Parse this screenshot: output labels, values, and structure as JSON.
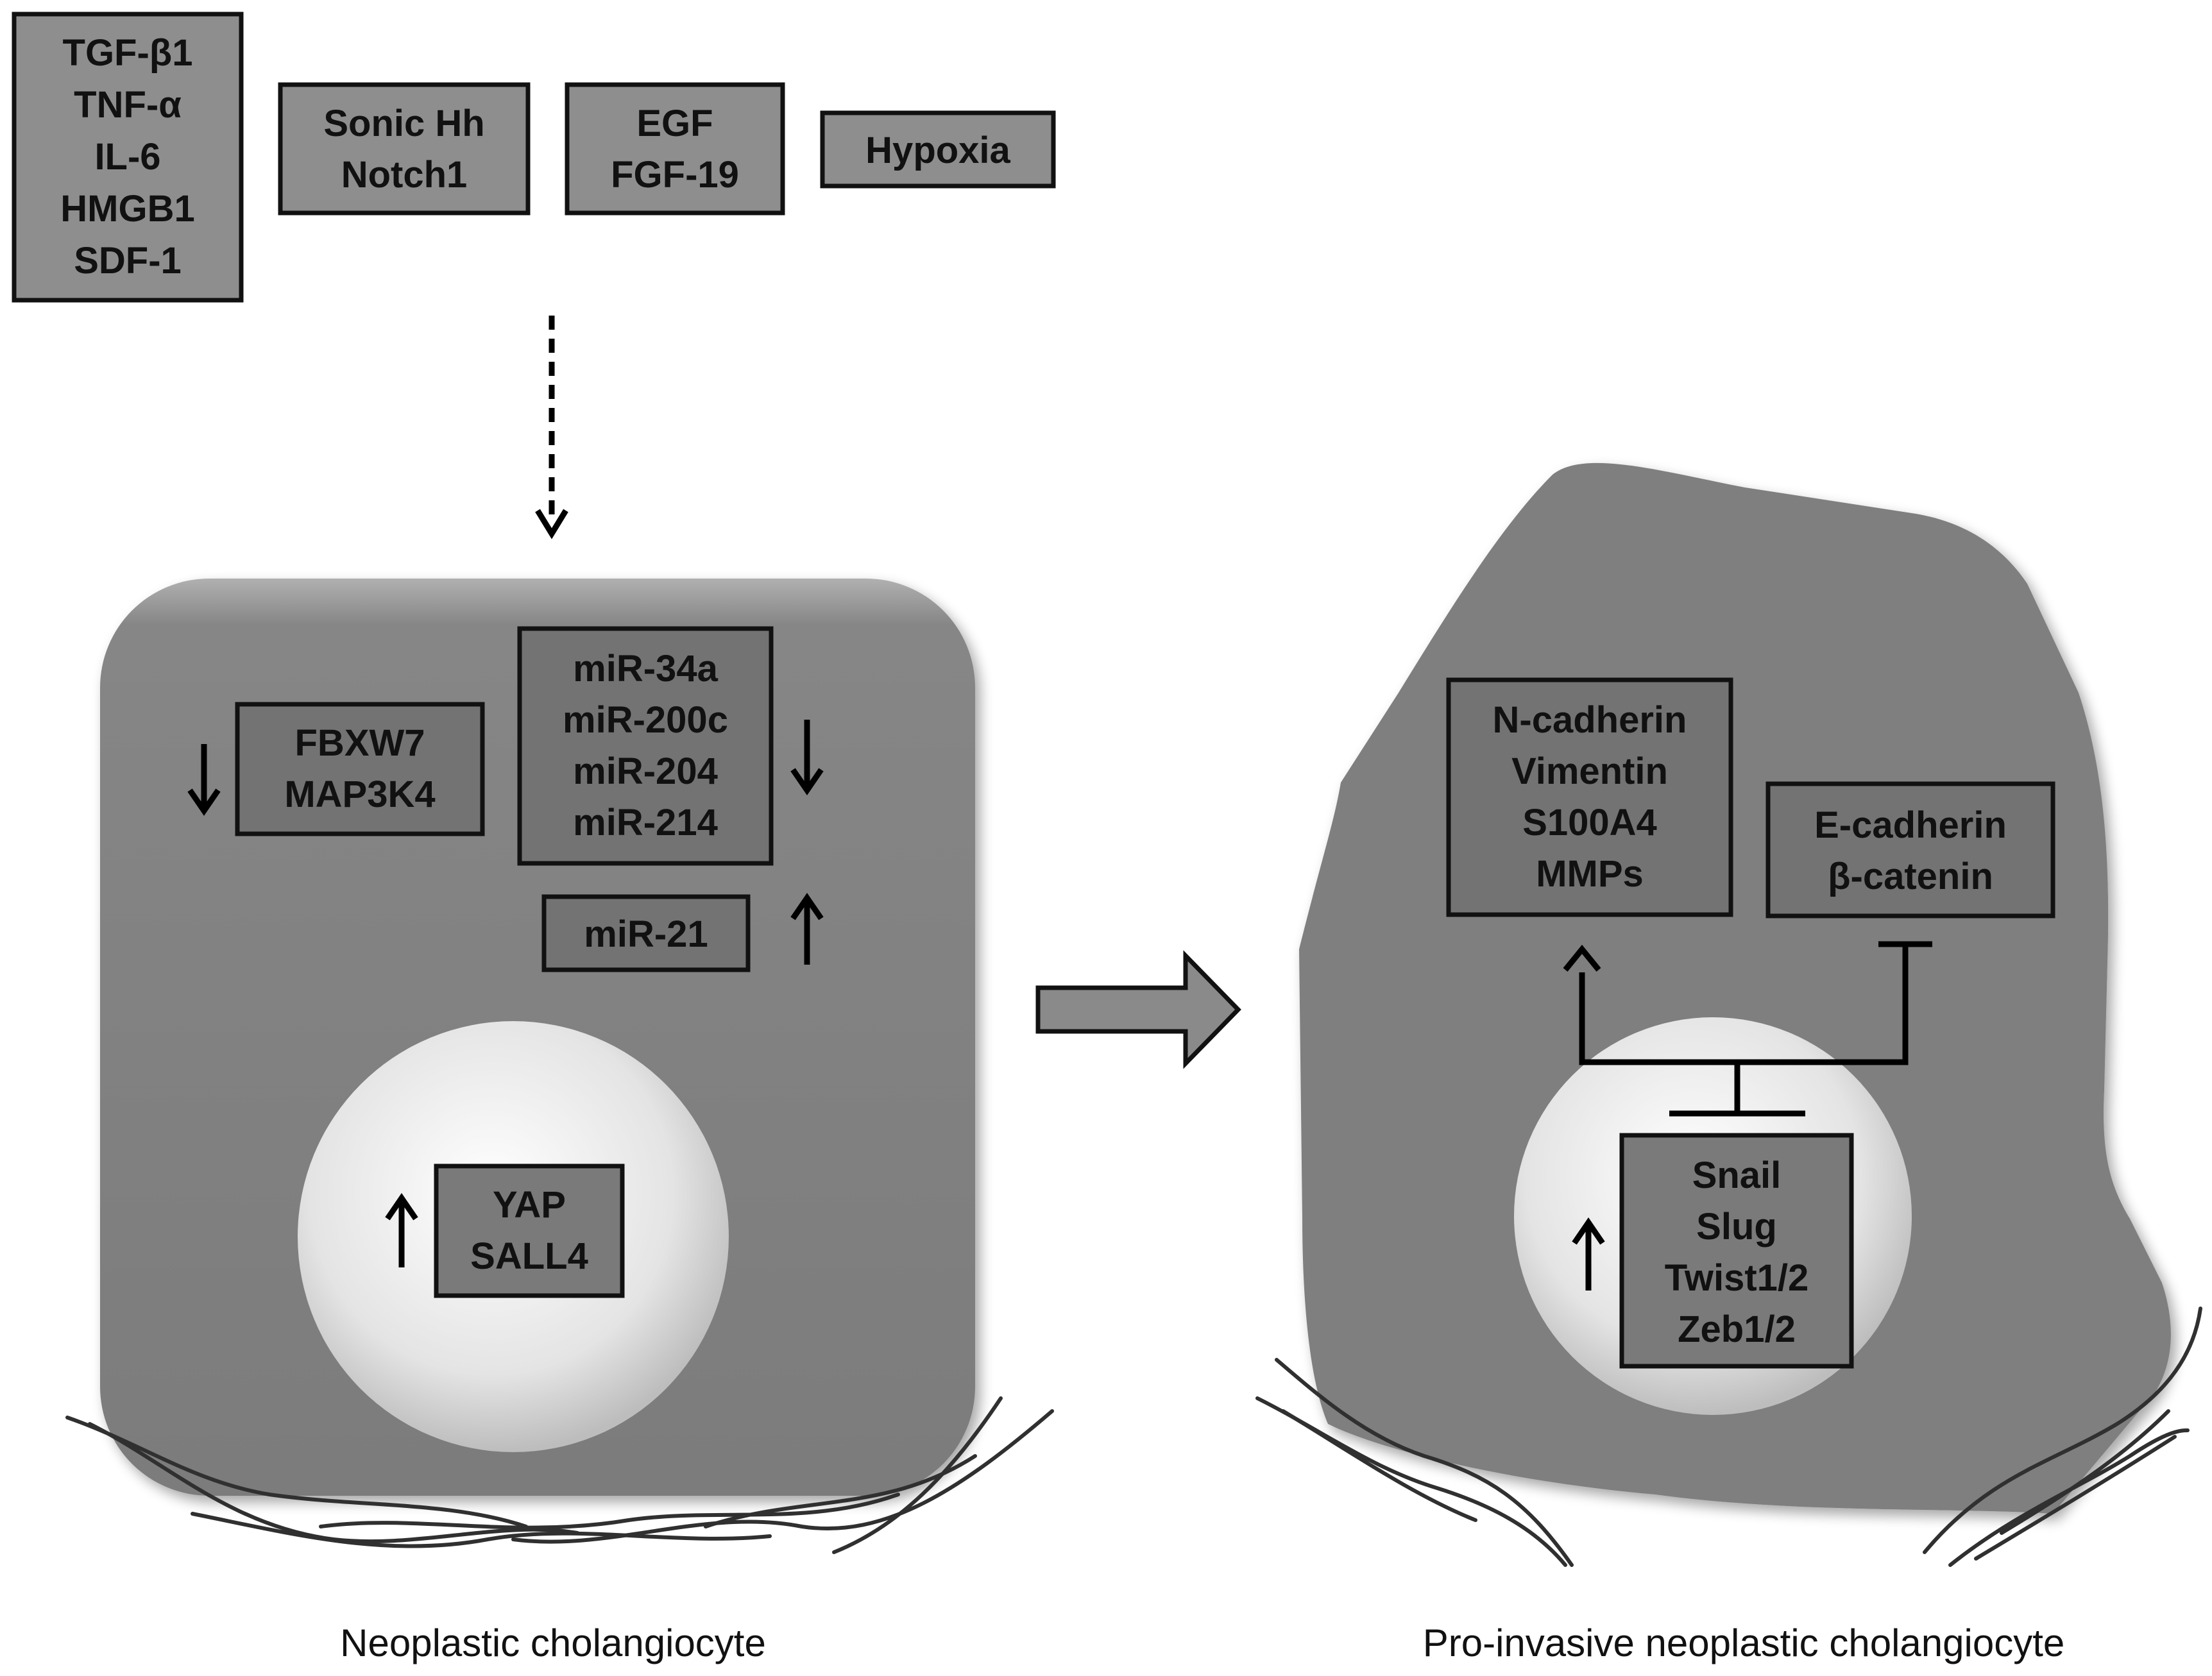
{
  "signals": {
    "group1": [
      "TGF-β1",
      "TNF-α",
      "IL-6",
      "HMGB1",
      "SDF-1"
    ],
    "group2": [
      "Sonic Hh",
      "Notch1"
    ],
    "group3": [
      "EGF",
      "FGF-19"
    ],
    "group4": [
      "Hypoxia"
    ]
  },
  "neoplastic_cell": {
    "caption": "Neoplastic cholangiocyte",
    "down_genes": [
      "FBXW7",
      "MAP3K4"
    ],
    "down_mirs": [
      "miR-34a",
      "miR-200c",
      "miR-204",
      "miR-214"
    ],
    "up_mir": [
      "miR-21"
    ],
    "nuclear_up": [
      "YAP",
      "SALL4"
    ]
  },
  "invasive_cell": {
    "caption": "Pro-invasive neoplastic cholangiocyte",
    "mesenchymal_markers": [
      "N-cadherin",
      "Vimentin",
      "S100A4",
      "MMPs"
    ],
    "epithelial_markers": [
      "E-cadherin",
      "β-catenin"
    ],
    "transcription_factors": [
      "Snail",
      "Slug",
      "Twist1/2",
      "Zeb1/2"
    ]
  },
  "colors": {
    "box_fill": "#8c8c8c",
    "box_fill_dark": "#7a7a7a",
    "cell_fill": "#808080",
    "nucleus_fill": "#e6e6e6"
  }
}
